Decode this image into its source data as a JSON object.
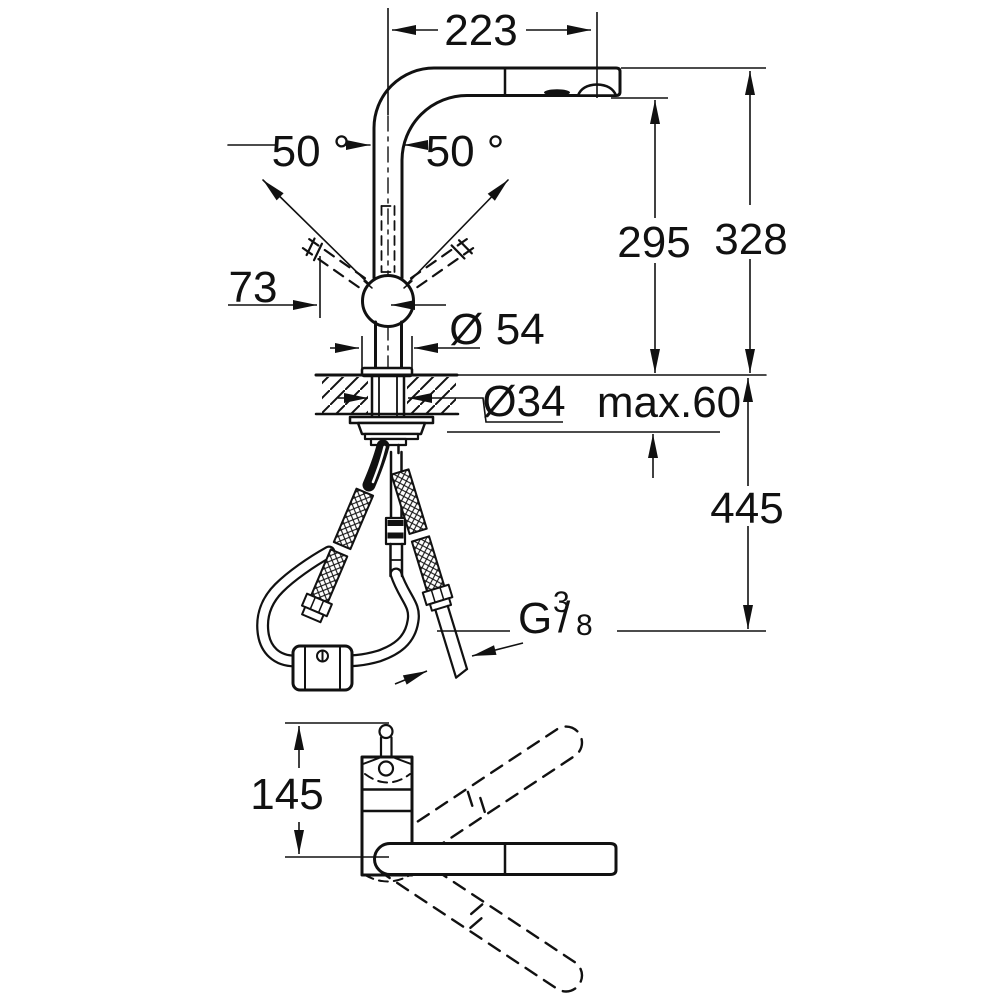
{
  "drawing": {
    "colors": {
      "ink": "#111111",
      "background": "#ffffff"
    },
    "labels": {
      "reach": "223",
      "angle_left": "50 °",
      "angle_right": "50 °",
      "height_to_outlet": "295",
      "height_overall": "328",
      "lever_projection": "73",
      "body_diameter": "Ø 54",
      "hole_diameter": "Ø34",
      "counter_thickness": "max.60",
      "hose_drop": "445",
      "swivel_height": "145",
      "thread": {
        "prefix": "G",
        "numerator": "3",
        "slash": "/",
        "denominator": "8"
      }
    }
  }
}
